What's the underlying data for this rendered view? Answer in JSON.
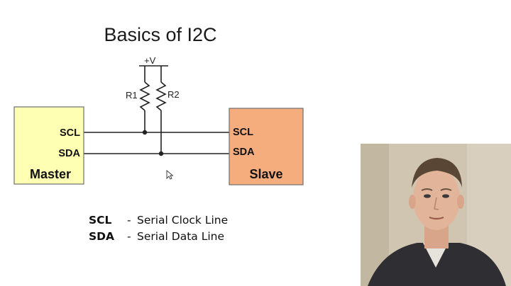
{
  "title": "Basics of I2C",
  "circuit": {
    "supply_label": "+V",
    "resistors": [
      "R1",
      "R2"
    ],
    "master": {
      "pins": [
        "SCL",
        "SDA"
      ],
      "name": "Master",
      "fill": "#ffffb3"
    },
    "slave": {
      "pins": [
        "SCL",
        "SDA"
      ],
      "name": "Slave",
      "fill": "#f5ad7d"
    }
  },
  "legend": [
    {
      "abbr": "SCL",
      "dash": "-",
      "meaning": "Serial Clock Line"
    },
    {
      "abbr": "SDA",
      "dash": "-",
      "meaning": "Serial Data Line"
    }
  ],
  "webcam": {
    "icon": "presenter-webcam-icon"
  }
}
